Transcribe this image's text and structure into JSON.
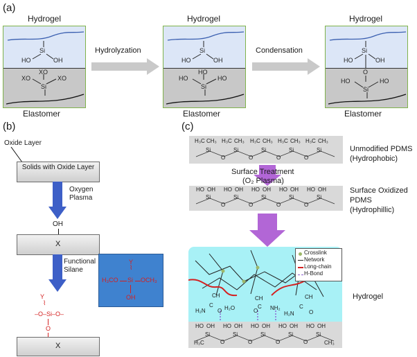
{
  "panel_a": {
    "label": "(a)",
    "boxes": [
      {
        "top": "Hydrogel",
        "bottom": "Elastomer"
      },
      {
        "top": "Hydrogel",
        "bottom": "Elastomer"
      },
      {
        "top": "Hydrogel",
        "bottom": "Elastomer"
      }
    ],
    "arrows": [
      "Hydrolyzation",
      "Condensation"
    ],
    "chem": {
      "si": "Si",
      "ho": "HO",
      "oh": "OH",
      "xo": "XO",
      "o": "O"
    }
  },
  "panel_b": {
    "label": "(b)",
    "oxide_layer": "Oxide Layer",
    "solids": "Solids with Oxide Layer",
    "step1": "Oxygen Plasma",
    "oh": "OH",
    "x": "X",
    "step2": "Functional Silane",
    "y": "Y",
    "h3co": "H₃CO",
    "si": "Si",
    "och3": "OCH₃",
    "o_bonds": "–O–Si–O–",
    "o": "O"
  },
  "panel_c": {
    "label": "(c)",
    "unmodified": "Unmodified PDMS",
    "hydrophobic": "(Hydrophobic)",
    "treatment1": "Surface Treatment",
    "treatment2": "(O₂ Plasma)",
    "oxidized1": "Surface Oxidized",
    "oxidized2": "PDMS",
    "hydrophillic": "(Hydrophillic)",
    "hydrogel": "Hydrogel",
    "legend": [
      "Crosslink",
      "Network",
      "Long-chain",
      "H-Bond"
    ],
    "chem": {
      "h3c": "H₃C",
      "ch3": "CH₃",
      "si": "Si",
      "o": "O",
      "ho": "HO",
      "oh": "OH",
      "h2n": "H₂N",
      "h2o": "H₂O",
      "nh2": "NH₂",
      "ch": "CH",
      "c": "C"
    }
  },
  "colors": {
    "gel": "#dce6f7",
    "elastomer": "#c8c8c8",
    "box_border": "#7fb24a",
    "arrow": "#c9c9c9",
    "blue_arrow": "#3d5fc7",
    "purple_arrow": "#b266d6",
    "silane_box": "#3f82cf",
    "hydrogel_c": "#a8f1f6",
    "red": "#d42020"
  }
}
